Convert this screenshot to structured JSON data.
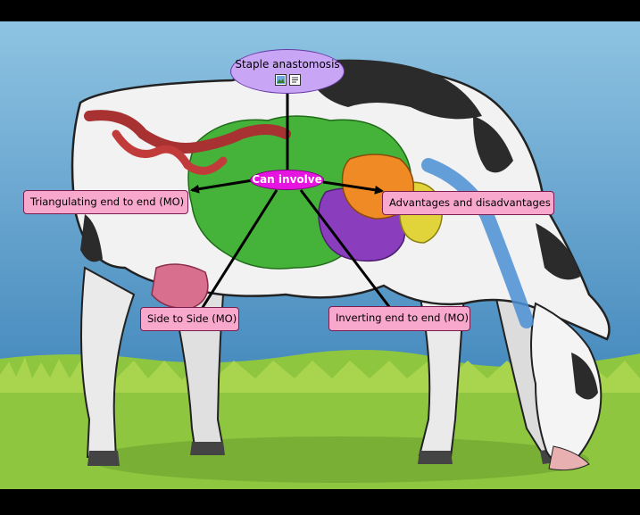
{
  "root": {
    "label": "Staple anastomosis",
    "icons": [
      "image-icon",
      "notes-icon"
    ]
  },
  "center": {
    "label": "Can involve"
  },
  "nodes": {
    "triangulating": "Triangulating end to end (MO)",
    "advantages": "Advantages and disadvantages",
    "side_to_side": "Side to Side (MO)",
    "inverting": "Inverting end to end (MO)"
  },
  "colors": {
    "node_fill": "#f8a8cc",
    "root_fill": "#c9a6f5",
    "center_fill": "#e514e0",
    "sky": "#5e9fce",
    "grass": "#8ec63f"
  }
}
